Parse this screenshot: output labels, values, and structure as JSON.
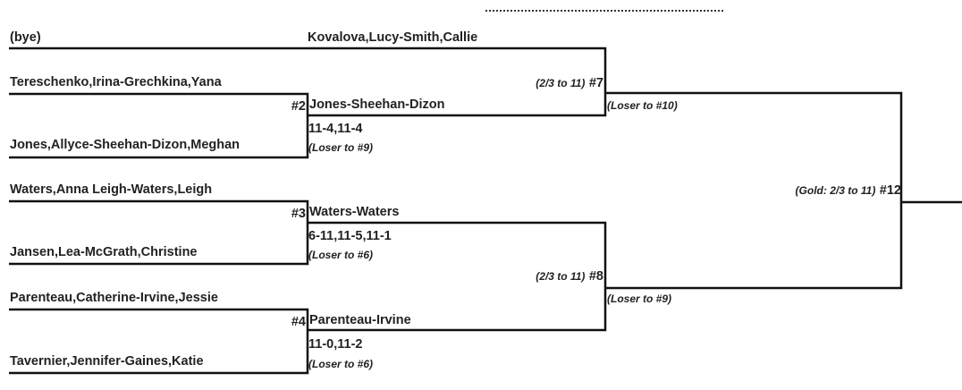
{
  "bracket": {
    "entries": [
      "(bye)",
      "Tereschenko,Irina-Grechkina,Yana",
      "Jones,Allyce-Sheehan-Dizon,Meghan",
      "Waters,Anna Leigh-Waters,Leigh",
      "Jansen,Lea-McGrath,Christine",
      "Parenteau,Catherine-Irvine,Jessie",
      "Tavernier,Jennifer-Gaines,Katie"
    ],
    "seed_team": "Kovalova,Lucy-Smith,Callie",
    "matches": [
      {
        "number": "#2",
        "winner": "Jones-Sheehan-Dizon",
        "score": "11-4,11-4",
        "loser_to": "(Loser to #9)"
      },
      {
        "number": "#3",
        "winner": "Waters-Waters",
        "score": "6-11,11-5,11-1",
        "loser_to": "(Loser to #6)"
      },
      {
        "number": "#4",
        "winner": "Parenteau-Irvine",
        "score": "11-0,11-2",
        "loser_to": "(Loser to #6)"
      },
      {
        "number": "#7",
        "format": "(2/3 to 11)",
        "loser_to": "(Loser to #10)"
      },
      {
        "number": "#8",
        "format": "(2/3 to 11)",
        "loser_to": "(Loser to #9)"
      },
      {
        "number": "#12",
        "format": "(Gold: 2/3 to 11)"
      }
    ]
  }
}
